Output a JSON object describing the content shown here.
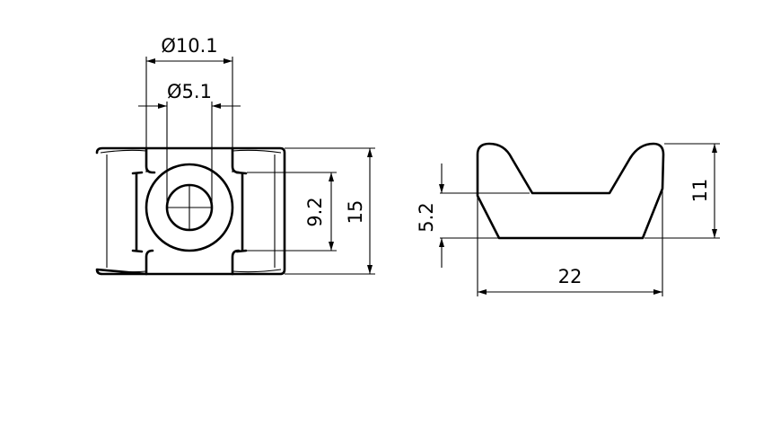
{
  "front_view": {
    "outer_diameter": "Ø10.1",
    "hole_diameter": "Ø5.1",
    "slot_spacing": "9.2",
    "height": "15"
  },
  "side_view": {
    "depth": "5.2",
    "total_height": "11",
    "width": "22"
  }
}
